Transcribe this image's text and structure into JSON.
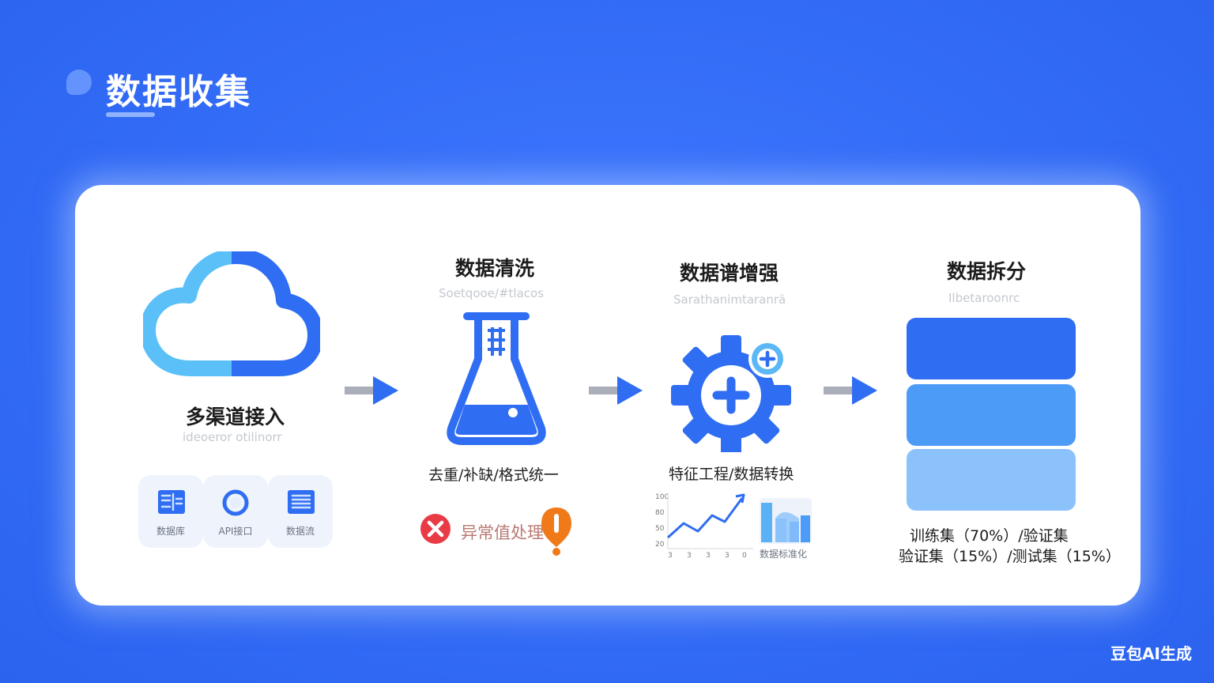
{
  "header": {
    "title": "数据收集"
  },
  "steps": [
    {
      "title": "多渠道接入",
      "subtitle": "ideoeror otilinorr"
    },
    {
      "title": "数据清洗",
      "subtitle": "Soetqooe/#tlacos",
      "description": "去重/补缺/格式统一"
    },
    {
      "title": "数据谱增强",
      "subtitle": "Sarathanimtaranrä",
      "description": "特征工程/数据转换"
    },
    {
      "title": "数据拆分",
      "subtitle": "Ilbetaroonrc"
    }
  ],
  "sources": [
    {
      "label": "数据库",
      "icon": "database-icon"
    },
    {
      "label": "API接口",
      "icon": "api-icon"
    },
    {
      "label": "数据流",
      "icon": "document-icon"
    }
  ],
  "cleaning": {
    "anomaly_label": "异常值处理"
  },
  "enhance": {
    "y_ticks": [
      "100",
      "80",
      "50",
      "20"
    ],
    "x_ticks": [
      "3",
      "3",
      "3",
      "3",
      "0"
    ],
    "normalize_label": "数据标准化"
  },
  "split": {
    "line1": "训练集（70%）/验证集",
    "line2": "验证集（15%）/测试集（15%）",
    "segments": [
      {
        "name": "训练集",
        "percent": 70,
        "color": "#2f6df2"
      },
      {
        "name": "验证集",
        "percent": 15,
        "color": "#4c9bf7"
      },
      {
        "name": "测试集",
        "percent": 15,
        "color": "#8cc2fb"
      }
    ]
  },
  "colors": {
    "background": "#336cf6",
    "accent": "#2f6df2",
    "light_accent": "#5bc0f8",
    "error": "#e93b46",
    "warning": "#f07a1a",
    "arrow_gray": "#a9aeb8"
  },
  "watermark": "豆包AI生成"
}
